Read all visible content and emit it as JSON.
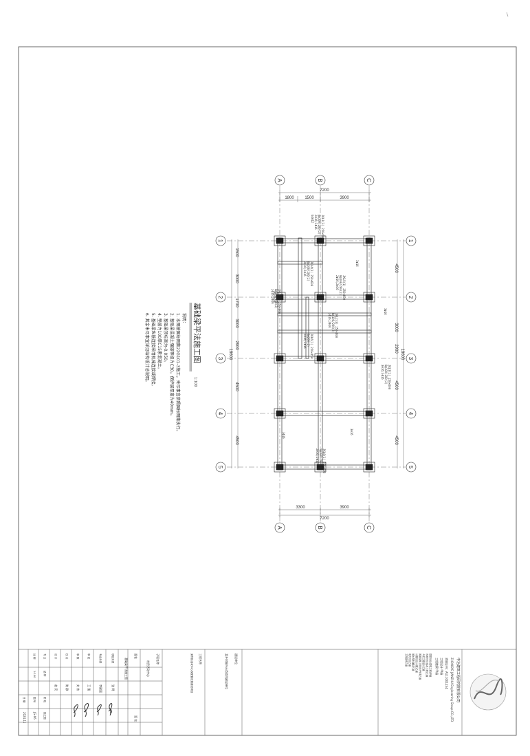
{
  "drawing": {
    "title": "基础梁平法施工图",
    "scale": "1:100",
    "axis_letters": [
      "A",
      "B",
      "C"
    ],
    "axis_numbers": [
      "1",
      "2",
      "3",
      "4",
      "5"
    ],
    "dims_top": [
      "1800",
      "1500",
      "3900"
    ],
    "dims_top_total": "7200",
    "dims_bottom": [
      "3300",
      "3900"
    ],
    "dims_bottom_total": "7200",
    "dims_left": [
      "1500",
      "3000",
      "1700",
      "3000",
      "2900",
      "4500",
      "4500"
    ],
    "dims_left_total": "18600",
    "dims_right": [
      "4500",
      "3000",
      "2900",
      "4500",
      "4500"
    ],
    "dims_right_total": "18600",
    "beam_labels": [
      "JKL1(3) 250×600\n8@100/200(2)\n2Φ16;2Φ16\nG4Φ12",
      "JKL4(1) 250×600\n8@100/200(2)\n2Φ16;2Φ16",
      "JKL3(1) 250×600\n8@100/200(2)\n2Φ16;2Φ16",
      "JKL5(1) 250×600\n8@100/200(2)\n2Φ16;2Φ16",
      "JKL2(3) 250×600\n8@100/200(2)\n2Φ16;2Φ16",
      "JKL6(1) 250×450\n8@200(2)\n2Φ16;2Φ16",
      "JKL7(1) 250×600\n8@100/200(2)\n3Φ16;3Φ16",
      "JKL8(1) 250×600\n8@100/200(2)\n2Φ16;2Φ16"
    ],
    "rebar_marks": [
      "3Φ16",
      "3Φ16",
      "3Φ16",
      "3Φ16"
    ],
    "notes_heading": "说明：",
    "notes": [
      "1. 本图按国标图集22G101-3施工，未尽事宜参照国标图集执行。",
      "2. 基础梁混凝土强度等级为C30，保护层厚度为40mm。",
      "3. 基础梁顶标高为-0.050。",
      "4. 垫层为100厚C15素混凝土。",
      "5. 基础梁纵筋连接采用机械连接或焊接。",
      "6. 其余未尽事宜详见结构设计总说明。"
    ]
  },
  "title_block": {
    "company_cn": "中冶建筑工程研究院有限公司",
    "company_en": "ZHONGYE JIANZHU Engineering Group CO.,LTD",
    "cert_lines": [
      "资质证书：A111001234",
      "工程设计 甲级",
      "工程勘察 甲级"
    ],
    "small_lines": [
      "建筑行业(建筑工程)甲级",
      "市政行业(给水工程)乙级",
      "人防工程设计乙级",
      "风景园林工程设计专项乙级",
      "公路行业(公路)乙级",
      "城乡规划编制乙级",
      "电力行业乙级",
      "工程咨询乙级"
    ],
    "project_label": "建设单位",
    "project_name": "某乡村振兴示范项目建设单位",
    "engineering_label": "工程名称",
    "engineering_name": "某村民活动中心及配套设施建设项目",
    "subitem_label": "子项名称",
    "subitem_name": "村民活动中心",
    "drawing_label": "图名",
    "drawing_name": "基础梁平法施工图",
    "roles": [
      "项目负责",
      "专业负责",
      "审 定",
      "审 核",
      "校 对",
      "设 计"
    ],
    "names": [
      "张 明",
      "李建国",
      "王 强",
      "刘 伟",
      "陈 静",
      "赵 亮"
    ],
    "sig_label": "签 名",
    "drawing_no_label": "图 号",
    "drawing_no": "JG-06",
    "stage_label": "阶 段",
    "stage": "施工图",
    "date_label": "日 期",
    "date": "2024.11",
    "scale_label": "比 例",
    "scale_value": "1:100",
    "sheet_label": "专 业",
    "sheet_value": "结 构"
  }
}
